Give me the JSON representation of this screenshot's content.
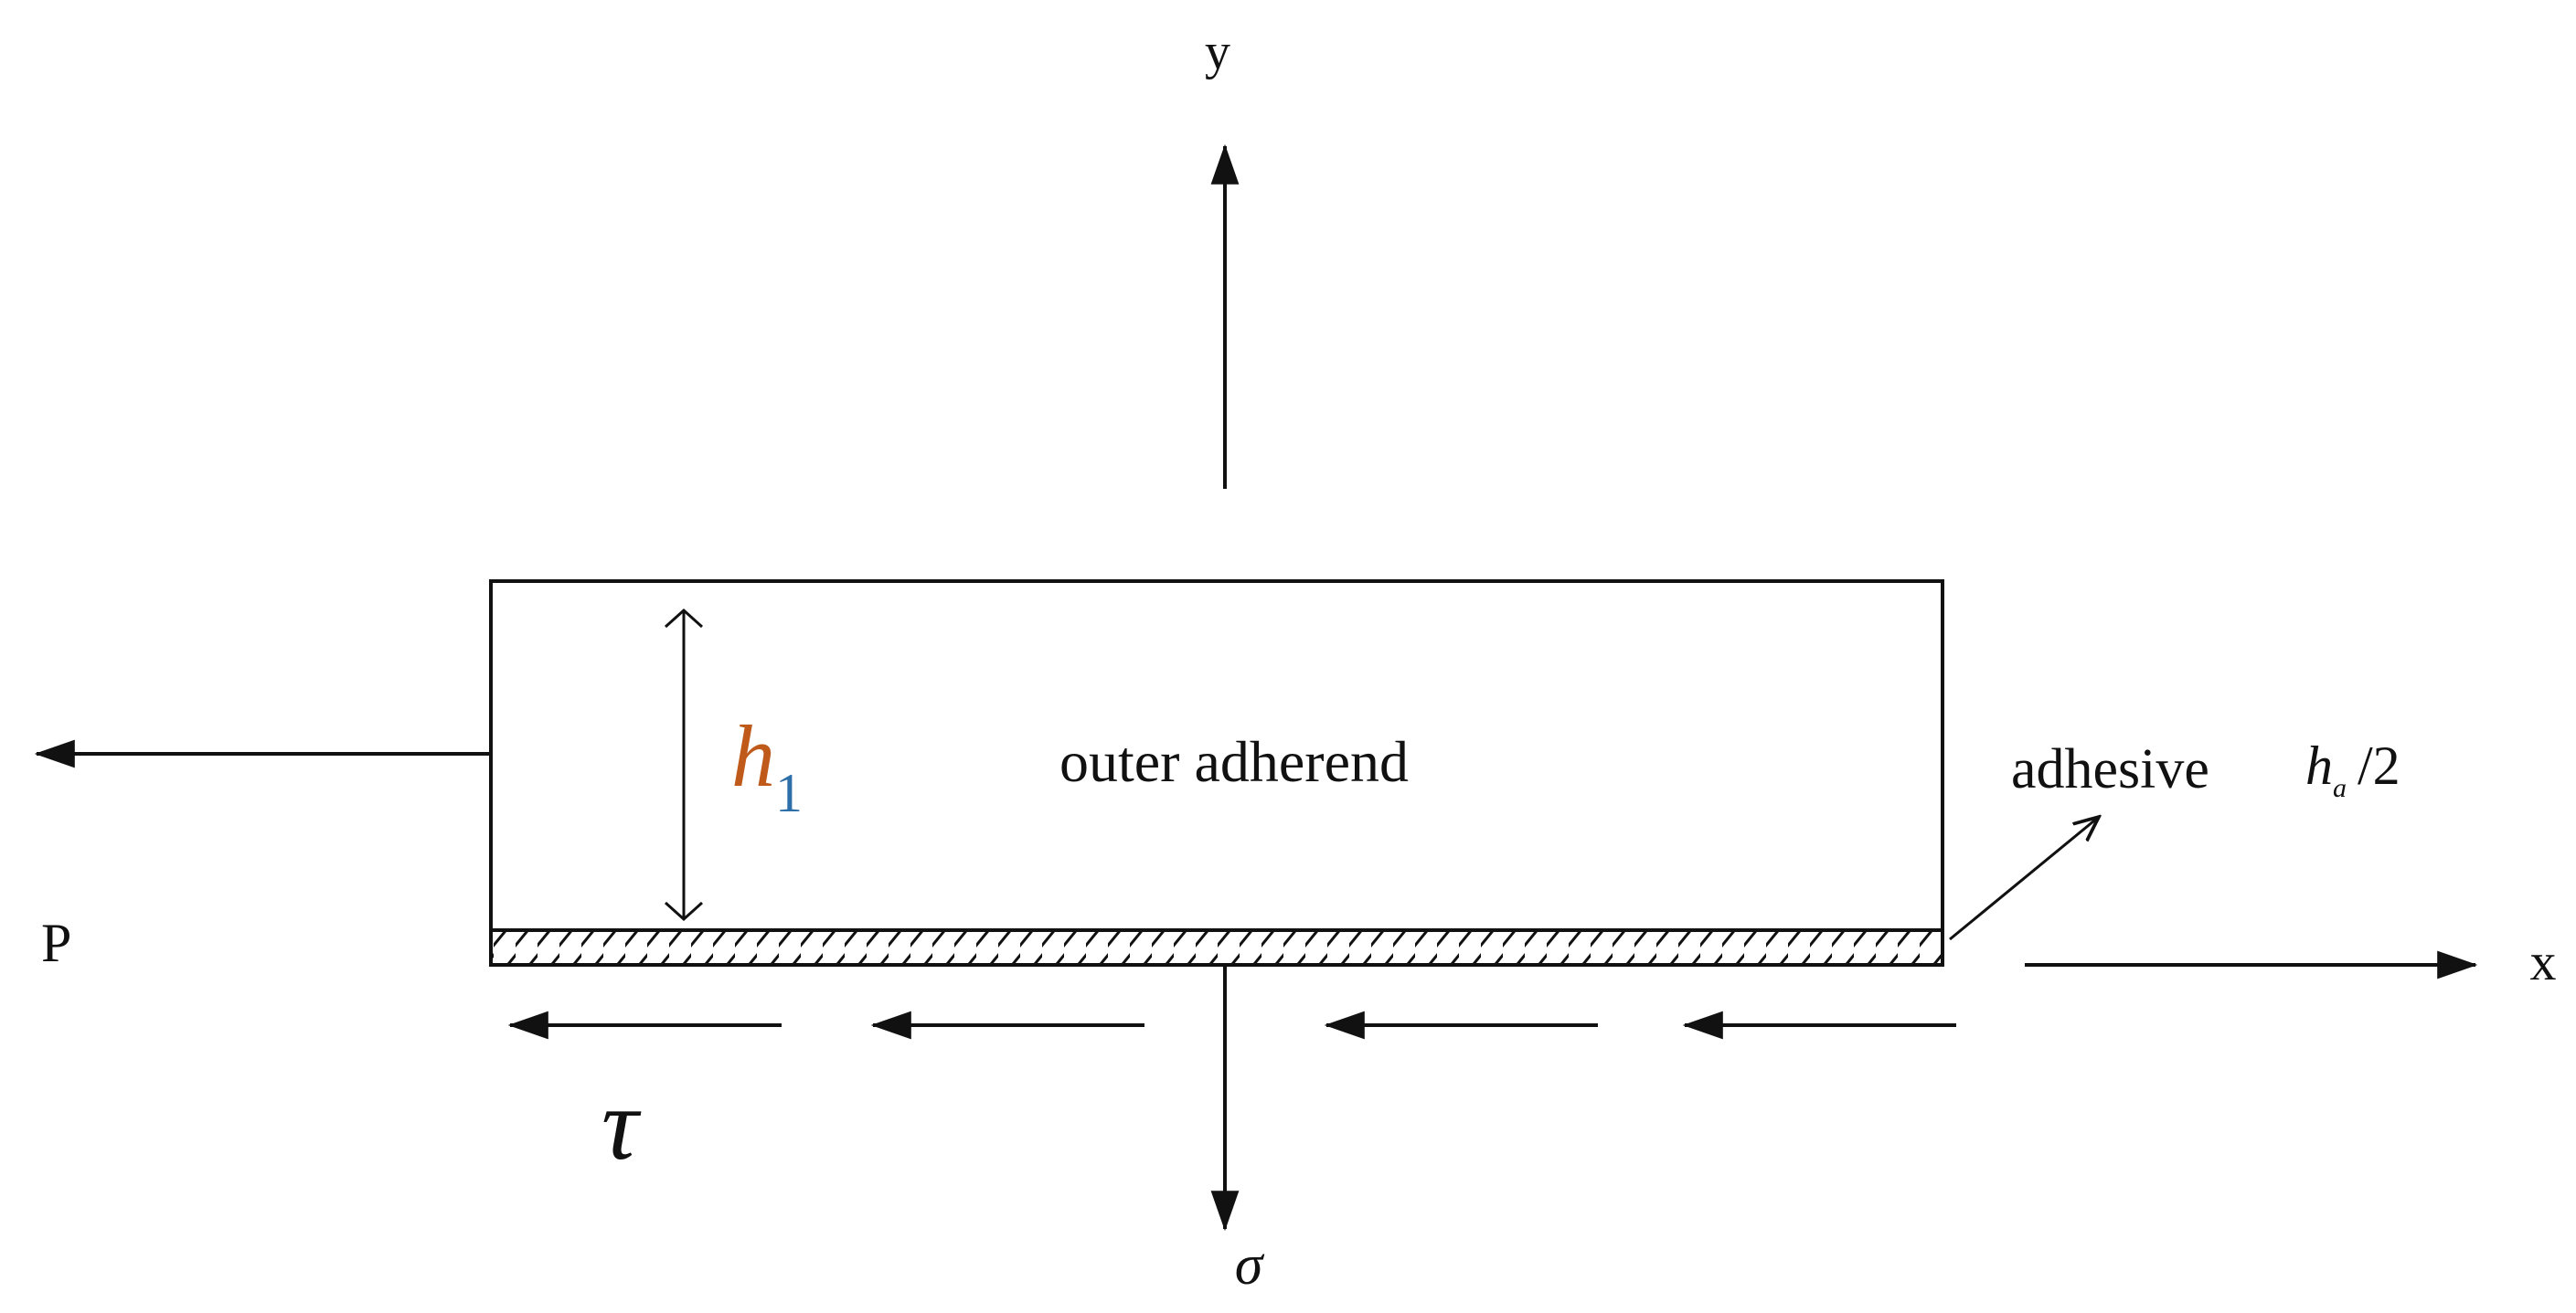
{
  "labels": {
    "y_axis": "y",
    "x_axis": "x",
    "load": "P",
    "thickness_symbol": "h",
    "thickness_subscript": "1",
    "layer_name": "outer adherend",
    "adhesive_label": "adhesive",
    "adhesive_thickness_symbol": "h",
    "adhesive_thickness_subscript": "a",
    "adhesive_thickness_suffix": "/2",
    "shear_stress": "τ",
    "normal_stress": "σ"
  },
  "colors": {
    "line": "#111111",
    "h1_h": "#c05a1a",
    "h1_sub": "#2d6fa8"
  }
}
